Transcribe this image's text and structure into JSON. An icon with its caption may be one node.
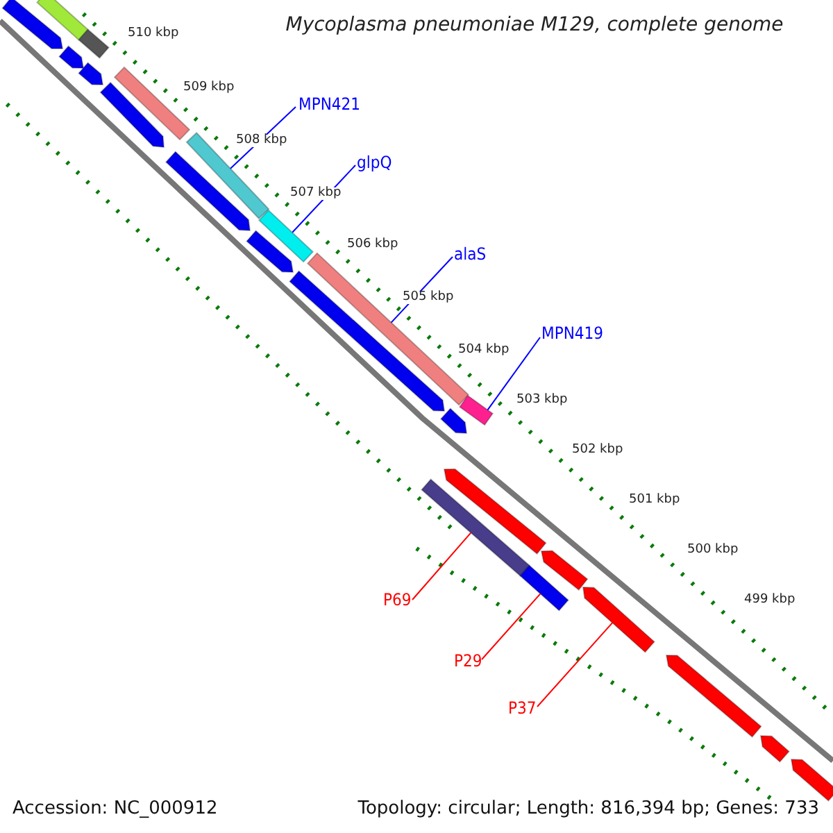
{
  "diagram": {
    "title": "Mycoplasma pneumoniae M129, complete genome",
    "nodes": [
      {
        "text": [
          "MPN421"
        ]
      },
      {
        "text": [
          "glpQ"
        ]
      },
      {
        "text": [
          "alaS"
        ]
      },
      {
        "text": [
          "MPN419"
        ]
      },
      {
        "text": [
          "P69"
        ]
      },
      {
        "text": [
          "P29"
        ]
      },
      {
        "text": [
          "P37"
        ]
      },
      {
        "text": [],
        "shape": "bar"
      },
      {
        "text": [],
        "shape": "bar"
      },
      {
        "text": [],
        "shape": "bar"
      },
      {
        "text": [],
        "shape": "bar"
      },
      {
        "text": [],
        "shape": "bar"
      },
      {
        "text": [],
        "shape": "bar"
      },
      {
        "text": [],
        "shape": "bar"
      },
      {
        "text": [],
        "shape": "bar"
      },
      {
        "text": [],
        "shape": "bar"
      },
      {
        "text": [],
        "shape": "bar"
      },
      {
        "text": [],
        "shape": "bar"
      },
      {
        "text": [],
        "shape": "bar"
      },
      {
        "text": [],
        "shape": "bar"
      },
      {
        "text": [],
        "shape": "bar"
      },
      {
        "text": [],
        "shape": "bar"
      },
      {
        "text": [],
        "shape": "bar"
      },
      {
        "text": [],
        "shape": "bar"
      },
      {
        "text": [],
        "shape": "bar"
      },
      {
        "text": [],
        "shape": "bar"
      },
      {
        "text": [],
        "shape": "bar"
      },
      {
        "text": [],
        "shape": "bar"
      },
      {
        "text": [],
        "shape": "bar"
      },
      {
        "text": [],
        "shape": "bar"
      }
    ],
    "edges": [
      {
        "from": 0,
        "to": 7,
        "arrow": "none"
      },
      {
        "from": 1,
        "to": 8,
        "arrow": "none"
      },
      {
        "from": 2,
        "to": 9,
        "arrow": "none"
      },
      {
        "from": 3,
        "to": 10,
        "arrow": "none"
      },
      {
        "from": 4,
        "to": 11,
        "arrow": "none",
        "color": "#ff0000"
      },
      {
        "from": 5,
        "to": 12,
        "arrow": "none",
        "color": "#ff0000"
      },
      {
        "from": 6,
        "to": 13,
        "arrow": "none",
        "color": "#ff0000"
      }
    ],
    "labels": [
      "510 kbp",
      "509 kbp",
      "508 kbp",
      "507 kbp",
      "506 kbp",
      "505 kbp",
      "504 kbp",
      "503 kbp",
      "502 kbp",
      "501 kbp",
      "500 kbp",
      "499 kbp",
      "Accession: NC_000912",
      "Topology: circular; Length: 816,394 bp; Genes: 733"
    ]
  }
}
